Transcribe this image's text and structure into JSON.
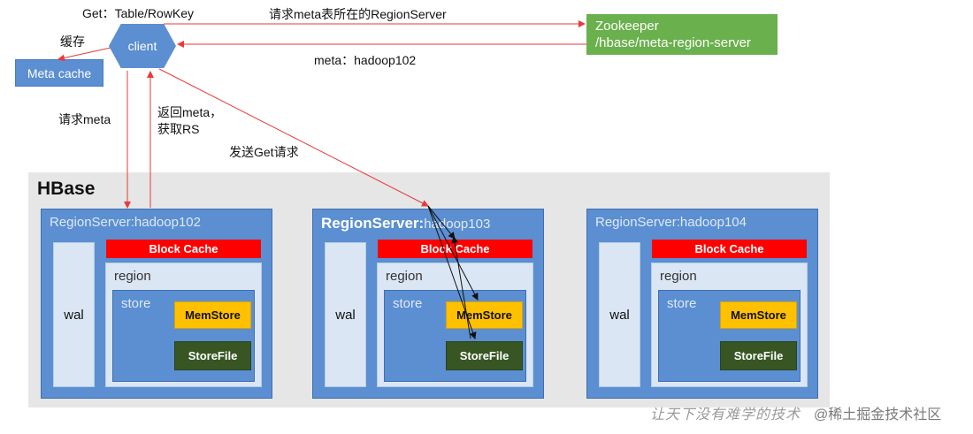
{
  "client": {
    "label": "client",
    "get_label": "Get：Table/RowKey",
    "cache_label": "缓存",
    "meta_cache": "Meta cache"
  },
  "zookeeper": {
    "line1": "Zookeeper",
    "line2": "/hbase/meta-region-server"
  },
  "edges": {
    "request_meta_region": "请求meta表所在的RegionServer",
    "meta_response": "meta：hadoop102",
    "request_meta": "请求meta",
    "return_meta_line1": "返回meta，",
    "return_meta_line2": "获取RS",
    "send_get": "发送Get请求"
  },
  "hbase": {
    "title": "HBase",
    "servers": [
      {
        "prefix": "RegionServer:",
        "host": "hadoop102",
        "wal": "wal",
        "block_cache": "Block Cache",
        "region": "region",
        "store": "store",
        "memstore": "MemStore",
        "storefile": "StoreFile"
      },
      {
        "prefix": "RegionServer:",
        "host": "hadoop103",
        "wal": "wal",
        "block_cache": "Block Cache",
        "region": "region",
        "store": "store",
        "memstore": "MemStore",
        "storefile": "StoreFile"
      },
      {
        "prefix": "RegionServer:",
        "host": "hadoop104",
        "wal": "wal",
        "block_cache": "Block Cache",
        "region": "region",
        "store": "store",
        "memstore": "MemStore",
        "storefile": "StoreFile"
      }
    ]
  },
  "footer": {
    "watermark": "让天下没有难学的技术",
    "community": "@稀土掘金技术社区"
  },
  "colors": {
    "arrow_red": "#e83a3a",
    "server_blue": "#5b8fd1",
    "zookeeper_green": "#6ab04c",
    "block_cache_red": "#ff0000",
    "memstore_yellow": "#ffc000",
    "storefile_green": "#375623"
  }
}
